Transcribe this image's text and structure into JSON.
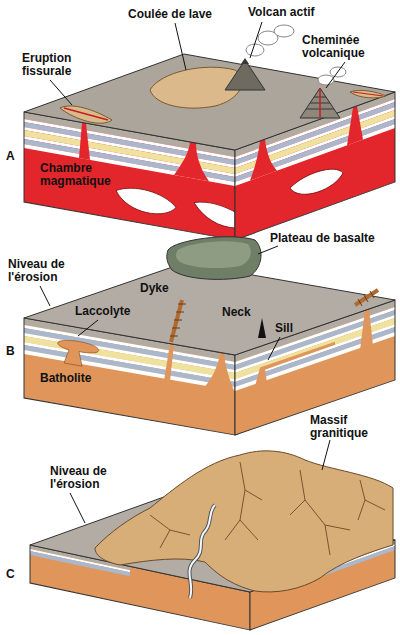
{
  "diagram": {
    "labels": [
      "Coulée de lave",
      "Volcan actif",
      "Eruption fissurale",
      "Cheminée volcanique",
      "A",
      "Chambre magmatique",
      "Plateau de basalte",
      "Niveau de l'érosion",
      "Dyke",
      "Laccolyte",
      "Neck",
      "Sill",
      "B",
      "Batholite",
      "Massif granitique",
      "Niveau de l'érosion",
      "C"
    ]
  }
}
